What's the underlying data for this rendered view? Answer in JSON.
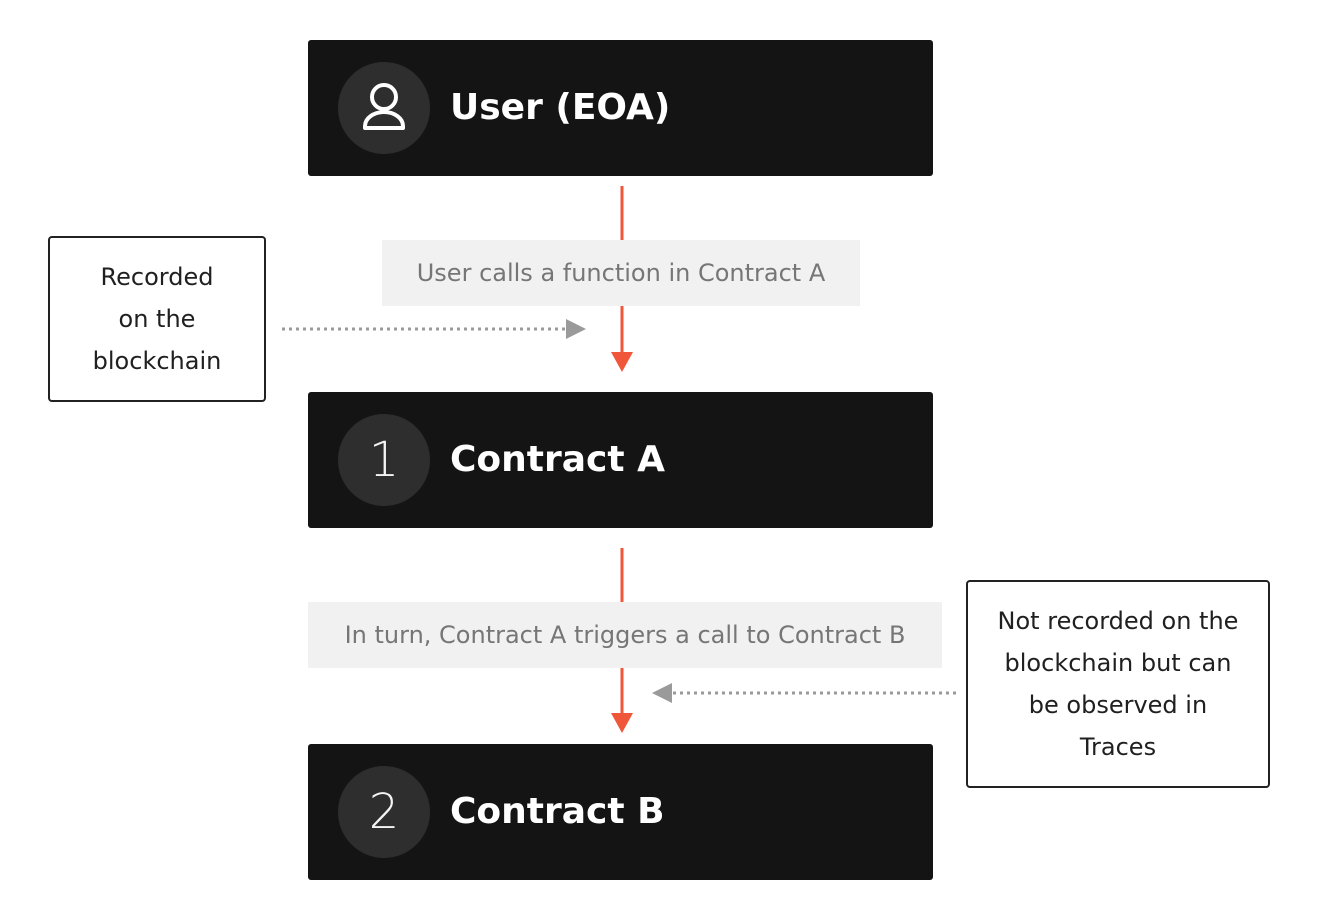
{
  "nodes": {
    "user": {
      "title": "User (EOA)",
      "icon": "user-icon"
    },
    "contract_a": {
      "number": "1",
      "title": "Contract A"
    },
    "contract_b": {
      "number": "2",
      "title": "Contract B"
    }
  },
  "edges": {
    "user_to_a": {
      "label": "User calls a function in Contract A"
    },
    "a_to_b": {
      "label": "In turn, Contract A triggers a call to Contract B"
    }
  },
  "notes": {
    "recorded": {
      "lines": [
        "Recorded",
        "on the",
        "blockchain"
      ]
    },
    "not_recorded": {
      "lines": [
        "Not recorded on the",
        "blockchain but can",
        "be observed in",
        "Traces"
      ]
    }
  },
  "colors": {
    "node_fill": "#141414",
    "badge_fill": "#2e2e2e",
    "flow_arrow": "#f0573a",
    "pointer_arrow": "#9a9a9a",
    "label_fill": "#f0f1f0"
  }
}
